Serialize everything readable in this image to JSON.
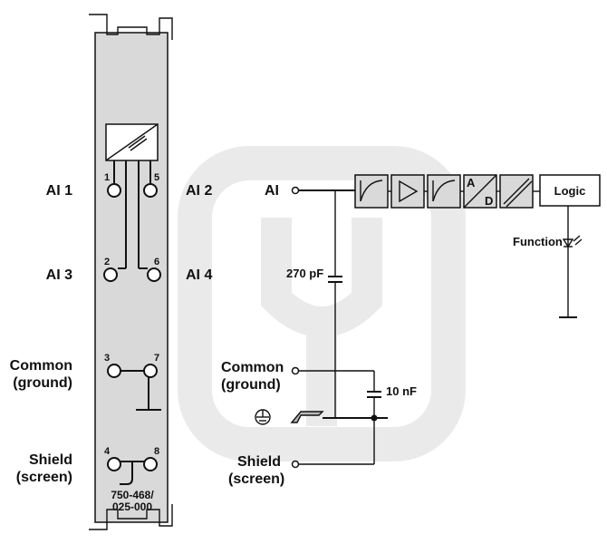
{
  "module": {
    "part_number_line1": "750-468/",
    "part_number_line2": "025-000",
    "pins": [
      "1",
      "5",
      "2",
      "6",
      "3",
      "7",
      "4",
      "8"
    ]
  },
  "left_labels": {
    "ai1": "AI 1",
    "ai3": "AI 3",
    "common_line1": "Common",
    "common_line2": "(ground)",
    "shield_line1": "Shield",
    "shield_line2": "(screen)"
  },
  "right_labels": {
    "ai2": "AI 2",
    "ai4": "AI 4"
  },
  "circuit": {
    "ai": "AI",
    "capacitor_1": "270 pF",
    "capacitor_2": "10 nF",
    "common_line1": "Common",
    "common_line2": "(ground)",
    "shield_line1": "Shield",
    "shield_line2": "(screen)",
    "adc_a": "A",
    "adc_d": "D",
    "logic": "Logic",
    "function": "Function"
  },
  "colors": {
    "module_fill": "#d9d9d9",
    "line": "#111111"
  }
}
